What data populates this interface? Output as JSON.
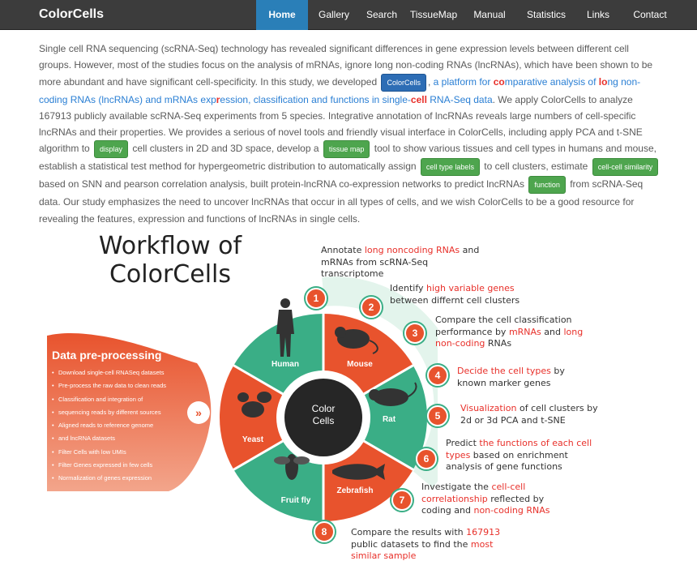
{
  "nav": {
    "brand": "ColorCells",
    "links": [
      "Home",
      "Gallery",
      "Search",
      "TissueMap",
      "Manual",
      "Statistics",
      "Links",
      "Contact"
    ],
    "active": "Home"
  },
  "intro": {
    "s1": "Single cell RNA sequencing (scRNA-Seq) technology has revealed significant differences in gene expression levels between different cell groups. However, most of the studies focus on the analysis of mRNAs, ignore long non-coding RNAs (lncRNAs), which have been shown to be more abundant and have significant cell-specificity. In this study, we developed",
    "btn_colorcells": "ColorCells",
    "comma": ",",
    "p_a": " a platform for ",
    "p_co": "co",
    "p_mp": "mparative analysis of ",
    "p_lo": "lo",
    "p_ng": "ng non-coding RNAs (lncRNAs) and mRNAs exp",
    "p_r": "r",
    "p_ess": "ession, classification and functions in single-",
    "p_cell": "cell",
    "p_data": " RNA-Seq data",
    "s2": ". We apply ColorCells to analyze 167913 publicly available scRNA-Seq experiments from 5 species. Integrative annotation of lncRNAs reveals large numbers of cell-specific lncRNAs and their properties. We provides a serious of novel tools and friendly visual interface in ColorCells, including apply PCA and t-SNE algorithm to",
    "btn_display": "display",
    "s3": "cell clusters in 2D and 3D space, develop a",
    "btn_tissue_map": "tissue map",
    "s4": "tool to show various tissues and cell types in humans and mouse, establish a statistical test method for hypergeometric distribution to automatically assign",
    "btn_cell_type_labels": "cell type labels",
    "s5": "to cell clusters, estimate",
    "btn_cell_cell_similarity": "cell-cell similarity",
    "s6": "based on SNN and pearson correlation analysis, built protein-lncRNA co-expression networks to predict lncRNAs",
    "btn_function": "function",
    "s7": "from scRNA-Seq data. Our study emphasizes the need to uncover lncRNAs that occur in all types of cells, and we wish ColorCells to be a good resource for revealing the features, expression and functions of lncRNAs in single cells."
  },
  "workflow": {
    "title_line1": "Workflow of",
    "title_line2": "ColorCells",
    "prep_title": "Data pre-processing",
    "prep_items": [
      "Download single-cell RNASeq datasets",
      "Pre-process the raw data to clean reads",
      "Classification and  integration of",
      "sequencing reads by different sources",
      "Aligned reads to reference genome",
      "and lncRNA datasets",
      "Filter Cells with low UMIs",
      "Filter Genes expressed in few cells",
      "Normalization of genes expression"
    ],
    "arrow": "»",
    "center_line1": "Color",
    "center_line2": "Cells",
    "species": [
      "Human",
      "Mouse",
      "Rat",
      "Zebrafish",
      "Fruit fly",
      "Yeast"
    ],
    "steps": [
      {
        "num": "1",
        "parts": [
          [
            "Annotate ",
            false
          ],
          [
            "long noncoding RNAs",
            true
          ],
          [
            " and mRNAs from scRNA-Seq transcriptome",
            false
          ]
        ]
      },
      {
        "num": "2",
        "parts": [
          [
            "Identify ",
            false
          ],
          [
            "high variable genes",
            true
          ],
          [
            " between differnt cell clusters",
            false
          ]
        ]
      },
      {
        "num": "3",
        "parts": [
          [
            "Compare the cell classification performance by ",
            false
          ],
          [
            "mRNAs",
            true
          ],
          [
            " and ",
            false
          ],
          [
            "long non-coding",
            true
          ],
          [
            " RNAs",
            false
          ]
        ]
      },
      {
        "num": "4",
        "parts": [
          [
            "Decide the cell types",
            true
          ],
          [
            " by known marker genes",
            false
          ]
        ]
      },
      {
        "num": "5",
        "parts": [
          [
            "Visualization",
            true
          ],
          [
            " of cell clusters  by 2d or 3d PCA and t-SNE",
            false
          ]
        ]
      },
      {
        "num": "6",
        "parts": [
          [
            "Predict ",
            false
          ],
          [
            "the functions of each cell types",
            true
          ],
          [
            " based on enrichment analysis of gene functions",
            false
          ]
        ]
      },
      {
        "num": "7",
        "parts": [
          [
            "Investigate the ",
            false
          ],
          [
            "cell-cell correlationship",
            true
          ],
          [
            " reflected by coding and ",
            false
          ],
          [
            "non-coding RNAs",
            true
          ]
        ]
      },
      {
        "num": "8",
        "parts": [
          [
            "Compare the results with ",
            false
          ],
          [
            "167913",
            true
          ],
          [
            " public datasets to find the ",
            false
          ],
          [
            "most similar sample",
            true
          ]
        ]
      }
    ]
  },
  "colors": {
    "nav_bg": "#3c3c3c",
    "nav_active": "#2a7fb8",
    "link_blue": "#2a7fd4",
    "highlight_red": "#e8302a",
    "orange": "#e8532d",
    "green": "#3aae86"
  }
}
